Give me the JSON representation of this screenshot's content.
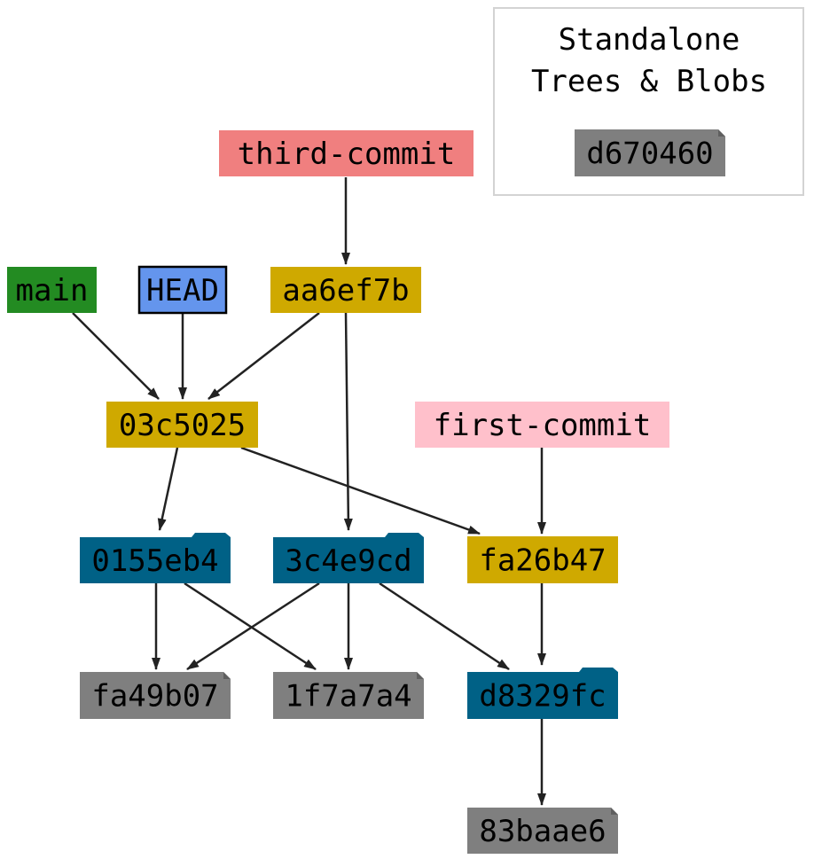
{
  "legend": {
    "title_line1": "Standalone",
    "title_line2": "Trees & Blobs"
  },
  "colors": {
    "commit": "#cfa900",
    "tree": "#006186",
    "blob": "#7f7f7f",
    "branch": "#238b22",
    "head": "#6495ed",
    "tag_third": "#f07f7f",
    "tag_first": "#ffc0cb",
    "edge": "#222222",
    "legend_border": "#d3d3d3"
  },
  "nodes": {
    "third_commit": {
      "label": "third-commit",
      "kind": "tag",
      "color": "tag_third"
    },
    "main": {
      "label": "main",
      "kind": "branch",
      "color": "branch"
    },
    "head": {
      "label": "HEAD",
      "kind": "head",
      "color": "head"
    },
    "aa6ef7b": {
      "label": "aa6ef7b",
      "kind": "commit",
      "color": "commit"
    },
    "c03c5025": {
      "label": "03c5025",
      "kind": "commit",
      "color": "commit"
    },
    "first_commit": {
      "label": "first-commit",
      "kind": "tag",
      "color": "tag_first"
    },
    "t0155eb4": {
      "label": "0155eb4",
      "kind": "tree",
      "color": "tree"
    },
    "t3c4e9cd": {
      "label": "3c4e9cd",
      "kind": "tree",
      "color": "tree"
    },
    "fa26b47": {
      "label": "fa26b47",
      "kind": "commit",
      "color": "commit"
    },
    "bfa49b07": {
      "label": "fa49b07",
      "kind": "blob",
      "color": "blob"
    },
    "b1f7a7a4": {
      "label": "1f7a7a4",
      "kind": "blob",
      "color": "blob"
    },
    "td8329fc": {
      "label": "d8329fc",
      "kind": "tree",
      "color": "tree"
    },
    "b83baae6": {
      "label": "83baae6",
      "kind": "blob",
      "color": "blob"
    },
    "bd670460": {
      "label": "d670460",
      "kind": "blob",
      "color": "blob"
    }
  },
  "edges": [
    {
      "from": "third_commit",
      "to": "aa6ef7b"
    },
    {
      "from": "main",
      "to": "c03c5025"
    },
    {
      "from": "head",
      "to": "c03c5025"
    },
    {
      "from": "aa6ef7b",
      "to": "c03c5025"
    },
    {
      "from": "aa6ef7b",
      "to": "t3c4e9cd"
    },
    {
      "from": "c03c5025",
      "to": "t0155eb4"
    },
    {
      "from": "c03c5025",
      "to": "fa26b47"
    },
    {
      "from": "first_commit",
      "to": "fa26b47"
    },
    {
      "from": "t0155eb4",
      "to": "bfa49b07"
    },
    {
      "from": "t0155eb4",
      "to": "b1f7a7a4"
    },
    {
      "from": "t3c4e9cd",
      "to": "bfa49b07"
    },
    {
      "from": "t3c4e9cd",
      "to": "b1f7a7a4"
    },
    {
      "from": "t3c4e9cd",
      "to": "td8329fc"
    },
    {
      "from": "fa26b47",
      "to": "td8329fc"
    },
    {
      "from": "td8329fc",
      "to": "b83baae6"
    }
  ]
}
